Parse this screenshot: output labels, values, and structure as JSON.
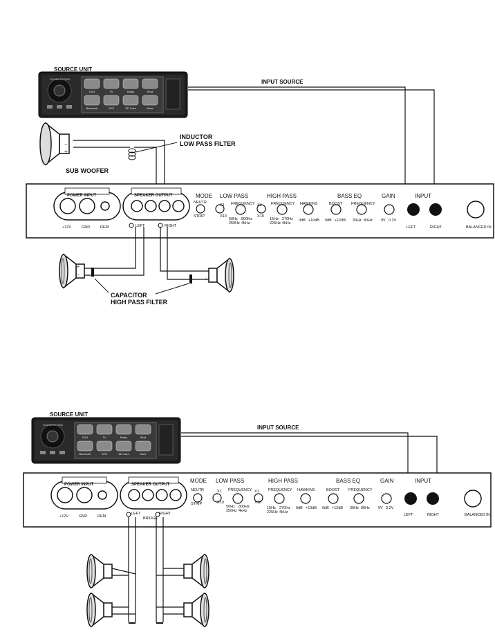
{
  "diagram1": {
    "source_unit": "SOURCE UNIT",
    "input_source": "INPUT SOURCE",
    "inductor": "INDUCTOR",
    "low_pass_filter": "LOW PASS FILTER",
    "sub_woofer": "SUB WOOFER",
    "capacitor": "CAPACITOR",
    "high_pass_filter": "HIGH PASS FILTER"
  },
  "diagram2": {
    "source_unit": "SOURCE UNIT",
    "input_source": "INPUT SOURCE"
  },
  "head_unit": {
    "brand": "SOUNDSTORM",
    "menu": [
      "DVD",
      "TV",
      "Radio",
      "iPod",
      "Bluetooth",
      "GPS",
      "SD Card",
      "More"
    ],
    "side_buttons": [
      "",
      "",
      "",
      "",
      ""
    ]
  },
  "amp_panel": {
    "power_input": "POWER INPUT",
    "power_labels": [
      "+12V",
      "GND",
      "REM"
    ],
    "speaker_output": "SPEAKER OUTPUT",
    "left": "LEFT",
    "right": "RIGHT",
    "bridge": "BRIDGE",
    "mode": "MODE",
    "mode_top": "NEUTR",
    "mode_bottom": "STRIP",
    "low_pass": "LOW PASS",
    "x1": "X1",
    "x10": "X10",
    "frequency": "FREQUENCY",
    "lp_range": [
      "50Hz",
      "800Hz",
      "250Hz",
      "4kHz"
    ],
    "high_pass": "HIGH PASS",
    "hp_range": [
      "15Hz",
      "270Hz",
      "225Hz",
      "4kHz"
    ],
    "hawkins": "HAWKINS",
    "hawkins_range": [
      "0dB",
      "+10dB"
    ],
    "bass_eq": "BASS EQ",
    "boost": "BOOST",
    "boost_range": [
      "0dB",
      "+12dB"
    ],
    "beq_range": [
      "30Hz",
      "80Hz"
    ],
    "gain": "GAIN",
    "gain_range": [
      "9V",
      "0.2V"
    ],
    "input": "INPUT",
    "input_left": "LEFT",
    "input_right": "RIGHT",
    "balanced_in": "BALANCED IN"
  }
}
